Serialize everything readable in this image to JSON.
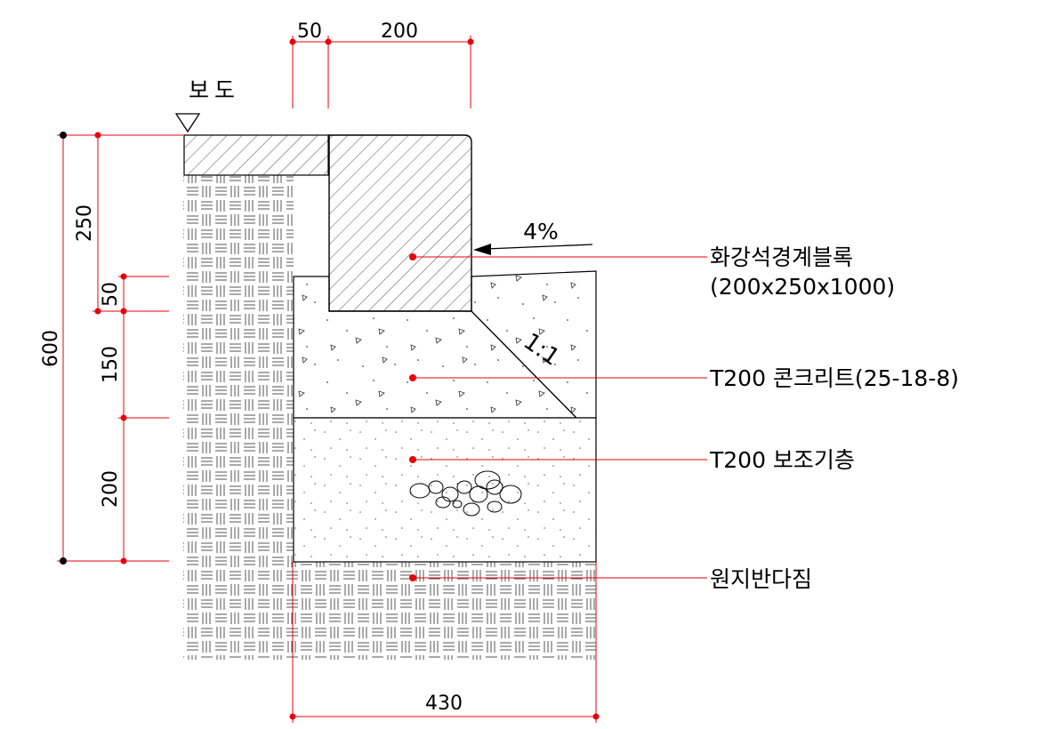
{
  "top_labels": {
    "sidewalk": "보도"
  },
  "dimensions": {
    "top_50": "50",
    "top_200": "200",
    "left_600": "600",
    "left_250": "250",
    "left_50": "50",
    "left_150": "150",
    "left_200": "200",
    "bottom_430": "430"
  },
  "annotations": {
    "slope_percent": "4%",
    "slope_ratio": "1:1"
  },
  "callouts": [
    {
      "text": "화강석경계블록",
      "sub": "(200x250x1000)"
    },
    {
      "text": "T200 콘크리트(25-18-8)",
      "sub": ""
    },
    {
      "text": "T200 보조기층",
      "sub": ""
    },
    {
      "text": "원지반다짐",
      "sub": ""
    }
  ],
  "colors": {
    "dimension_line": "#e8000b",
    "dimension_point": "#e8000b",
    "outline": "#000000",
    "hatch": "#333333",
    "origin_point": "#000000"
  }
}
